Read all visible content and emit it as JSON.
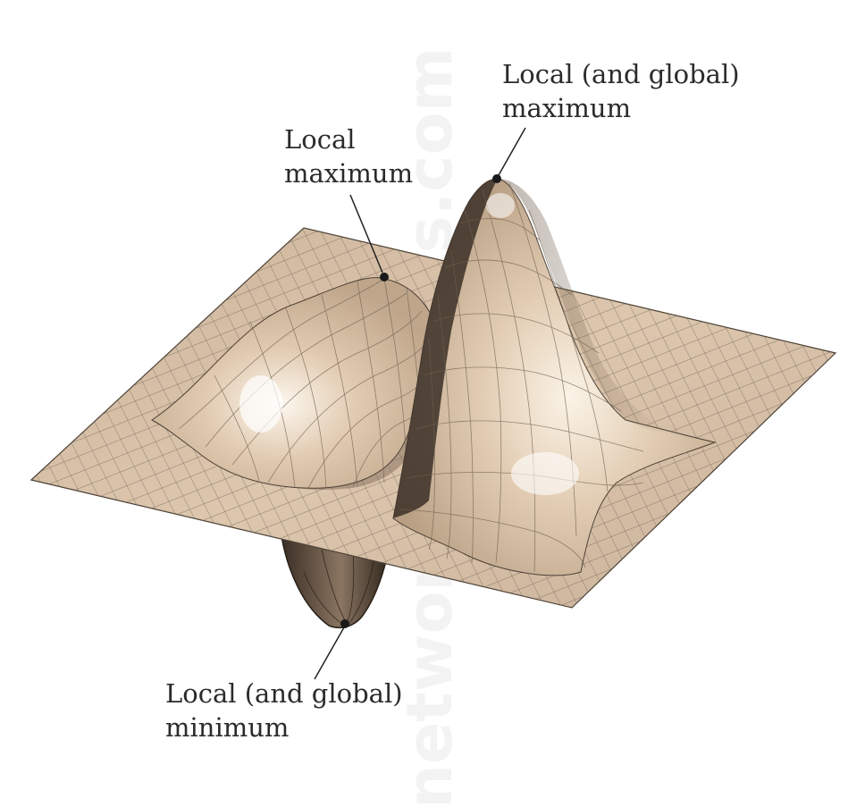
{
  "diagram": {
    "surface_color": "#d9c2a8",
    "grid_color": "#6e6050",
    "annotations": {
      "local_max": {
        "line1": "Local",
        "line2": "maximum"
      },
      "global_max": {
        "line1": "Local (and global)",
        "line2": "maximum"
      },
      "global_min": {
        "line1": "Local (and global)",
        "line2": "minimum"
      }
    },
    "watermark": "networkgraphics.com"
  }
}
